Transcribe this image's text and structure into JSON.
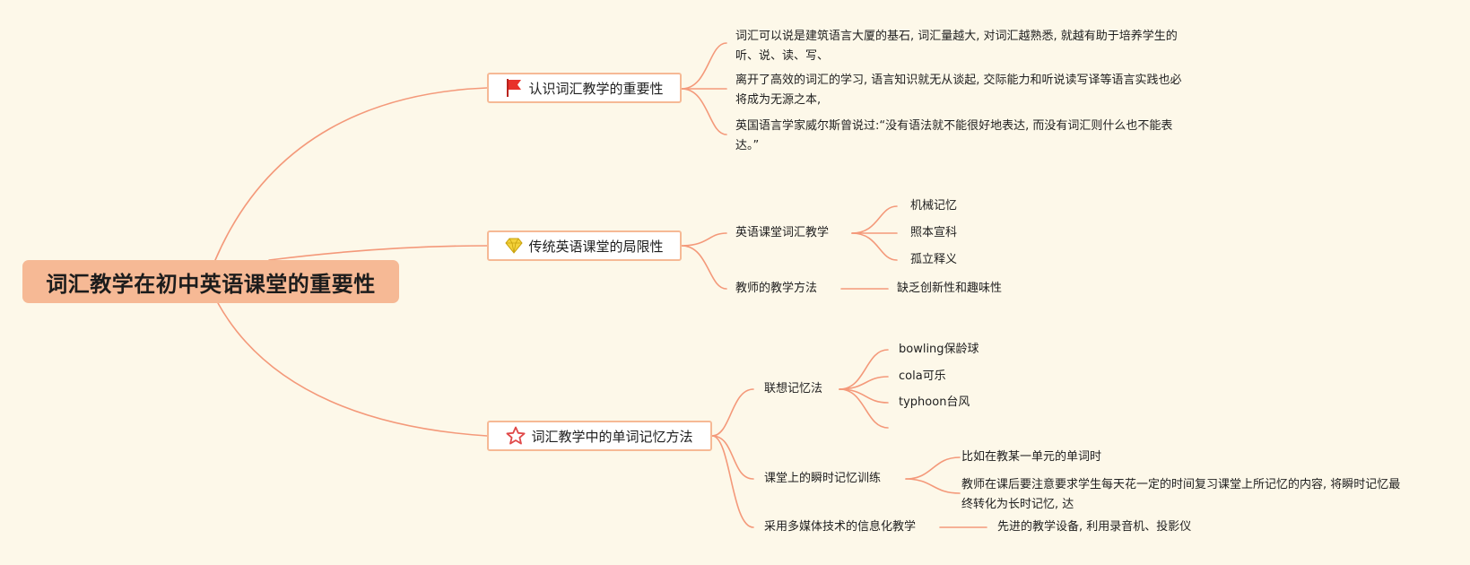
{
  "root": {
    "title": "词汇教学在初中英语课堂的重要性"
  },
  "branches": [
    {
      "title": "认识词汇教学的重要性",
      "icon": "red-flag-icon",
      "children": [
        "词汇可以说是建筑语言大厦的基石, 词汇量越大, 对词汇越熟悉, 就越有助于培养学生的听、说、读、写、",
        "离开了高效的词汇的学习, 语言知识就无从谈起, 交际能力和听说读写译等语言实践也必将成为无源之本,",
        "英国语言学家威尔斯曾说过:“没有语法就不能很好地表达, 而没有词汇则什么也不能表达。”"
      ]
    },
    {
      "title": "传统英语课堂的局限性",
      "icon": "diamond-icon",
      "children": [
        {
          "label": "英语课堂词汇教学",
          "children": [
            "机械记忆",
            "照本宣科",
            "孤立释义"
          ]
        },
        {
          "label": "教师的教学方法",
          "children": [
            "缺乏创新性和趣味性"
          ]
        }
      ]
    },
    {
      "title": "词汇教学中的单词记忆方法",
      "icon": "star-icon",
      "children": [
        {
          "label": "联想记忆法",
          "children": [
            "bowling保龄球",
            "cola可乐",
            "typhoon台风",
            ""
          ]
        },
        {
          "label": "课堂上的瞬时记忆训练",
          "children": [
            "比如在教某一单元的单词时",
            "教师在课后要注意要求学生每天花一定的时间复习课堂上所记忆的内容, 将瞬时记忆最终转化为长时记忆, 达"
          ]
        },
        {
          "label": "采用多媒体技术的信息化教学",
          "children": [
            "先进的教学设备, 利用录音机、投影仪"
          ]
        }
      ]
    }
  ],
  "colors": {
    "background": "#fdf8e9",
    "root_fill": "#f6b995",
    "line": "#f4997a",
    "flag": "#e8312a",
    "diamond": "#f3d23a",
    "star": "#e04848"
  }
}
